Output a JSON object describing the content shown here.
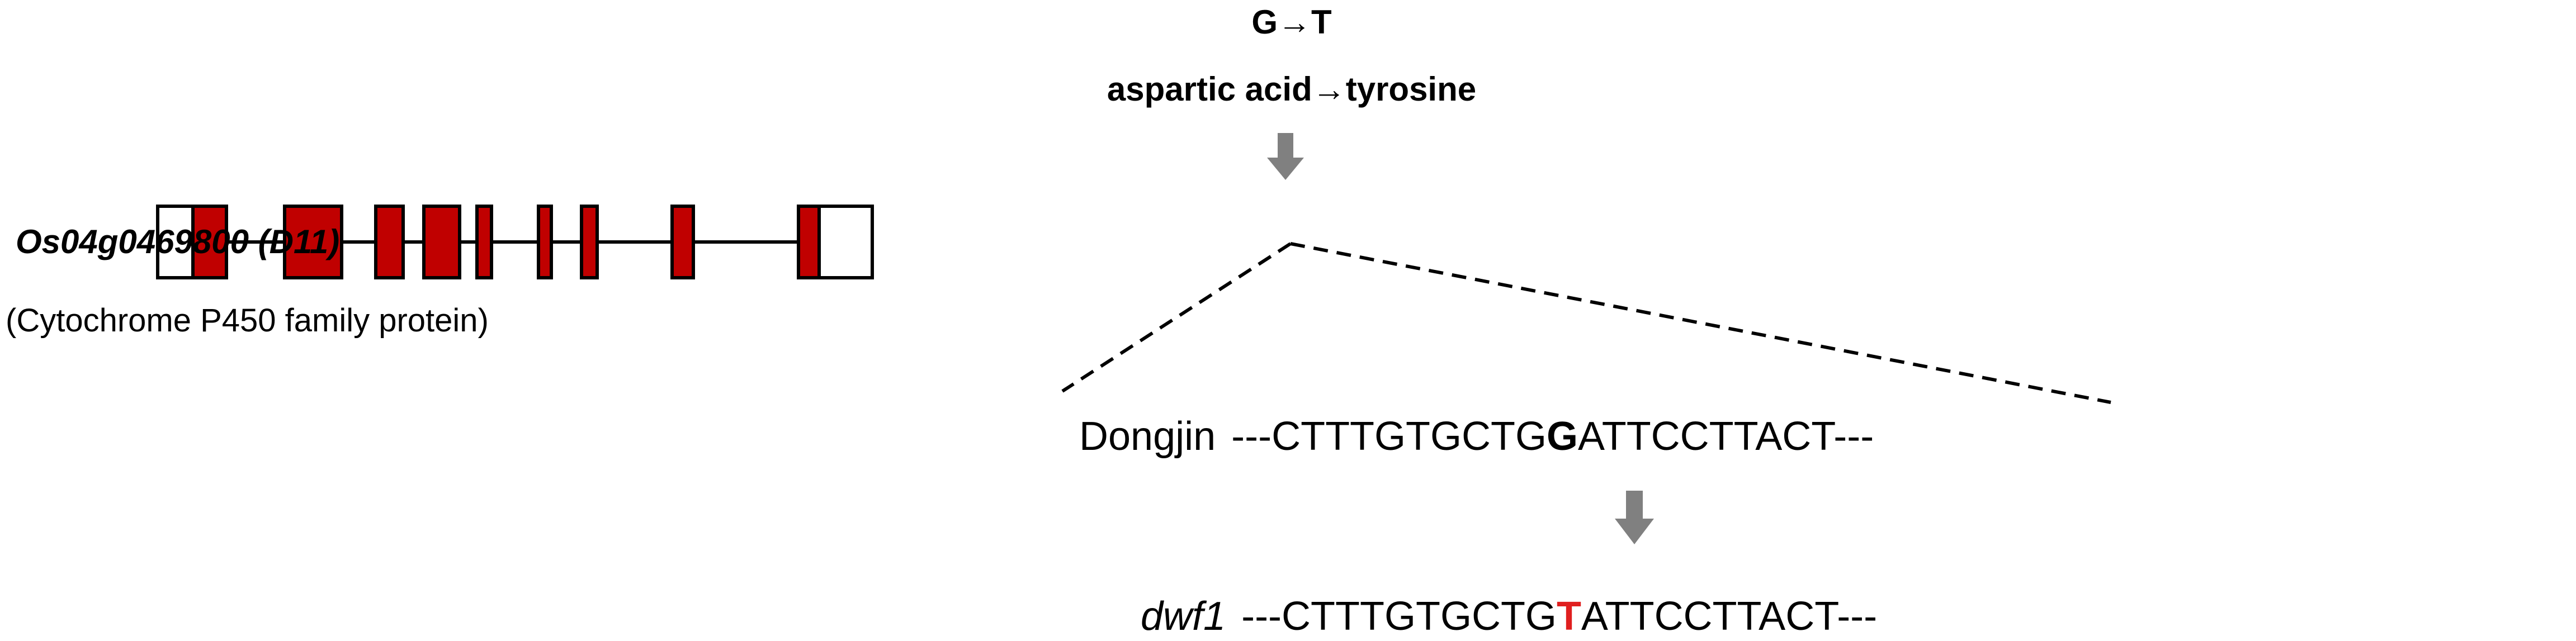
{
  "mutation": {
    "nucleotide_change": "G→T",
    "amino_acid_change": "aspartic acid→tyrosine"
  },
  "gene": {
    "id": "Os04g0469800 (D11)",
    "description": "(Cytochrome  P450 family protein)",
    "exon_count": 9
  },
  "wildtype": {
    "name": "Dongjin",
    "seq_before": "---CTTTGTGCTG",
    "base": "G",
    "seq_after": "ATTCCTTACT---"
  },
  "mutant": {
    "name": "dwf1",
    "seq_before": "---CTTTGTGCTG",
    "base": "T",
    "seq_after": "ATTCCTTACT---"
  },
  "colors": {
    "exon": "#c00000",
    "exon_stroke": "#000000",
    "utr": "#ffffff",
    "arrow": "#808080",
    "mutant_base": "#e01f1f"
  }
}
